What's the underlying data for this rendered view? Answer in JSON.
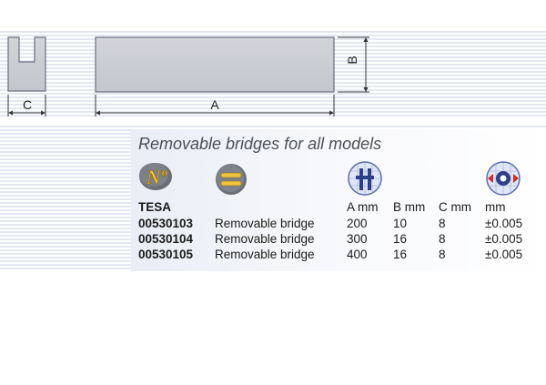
{
  "diagram": {
    "label_a": "A",
    "label_b": "B",
    "label_c": "C"
  },
  "heading": "Removable bridges for all models",
  "icons": {
    "number": "number-sign-icon",
    "designation": "equals-designation-icon",
    "dimensions": "caliper-dimension-icon",
    "tolerance": "tolerance-gauge-icon"
  },
  "table": {
    "headers": {
      "number": "TESA",
      "a": "A mm",
      "b": "B mm",
      "c": "C mm",
      "tol": "mm"
    },
    "rows": [
      {
        "number": "00530103",
        "desc": "Removable bridge",
        "a": "200",
        "b": "10",
        "c": "8",
        "tol": "±0.005"
      },
      {
        "number": "00530104",
        "desc": "Removable bridge",
        "a": "300",
        "b": "16",
        "c": "8",
        "tol": "±0.005"
      },
      {
        "number": "00530105",
        "desc": "Removable bridge",
        "a": "400",
        "b": "16",
        "c": "8",
        "tol": "±0.005"
      }
    ]
  },
  "colors": {
    "bar_fill": "#c9cbd2",
    "outline": "#6b6e80",
    "stripe": "#e3e8f3",
    "heading": "#4b4f57"
  }
}
